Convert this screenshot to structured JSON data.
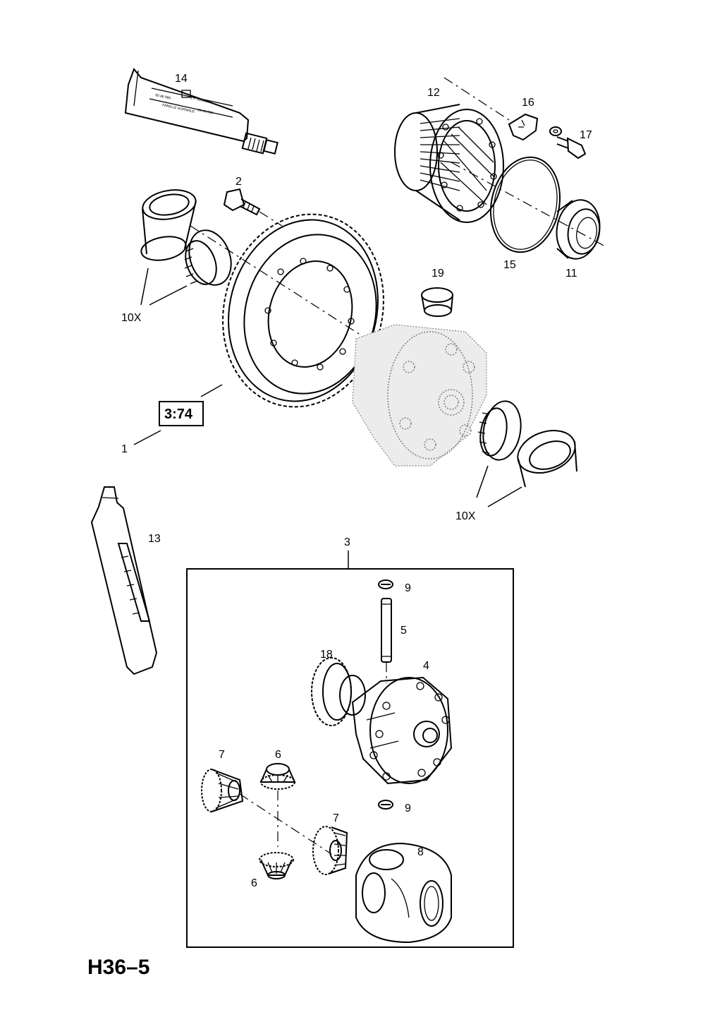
{
  "labels": {
    "p1": "1",
    "p2": "2",
    "p3": "3",
    "p4": "4",
    "p5": "5",
    "p6a": "6",
    "p6b": "6",
    "p7a": "7",
    "p7b": "7",
    "p8": "8",
    "p9a": "9",
    "p9b": "9",
    "p10a": "10X",
    "p10b": "10X",
    "p11": "11",
    "p12": "12",
    "p13": "13",
    "p14": "14",
    "p15": "15",
    "p16": "16",
    "p17": "17",
    "p18": "18",
    "p19": "19"
  },
  "ratio": "3:74",
  "diagram_code": "H36–5"
}
